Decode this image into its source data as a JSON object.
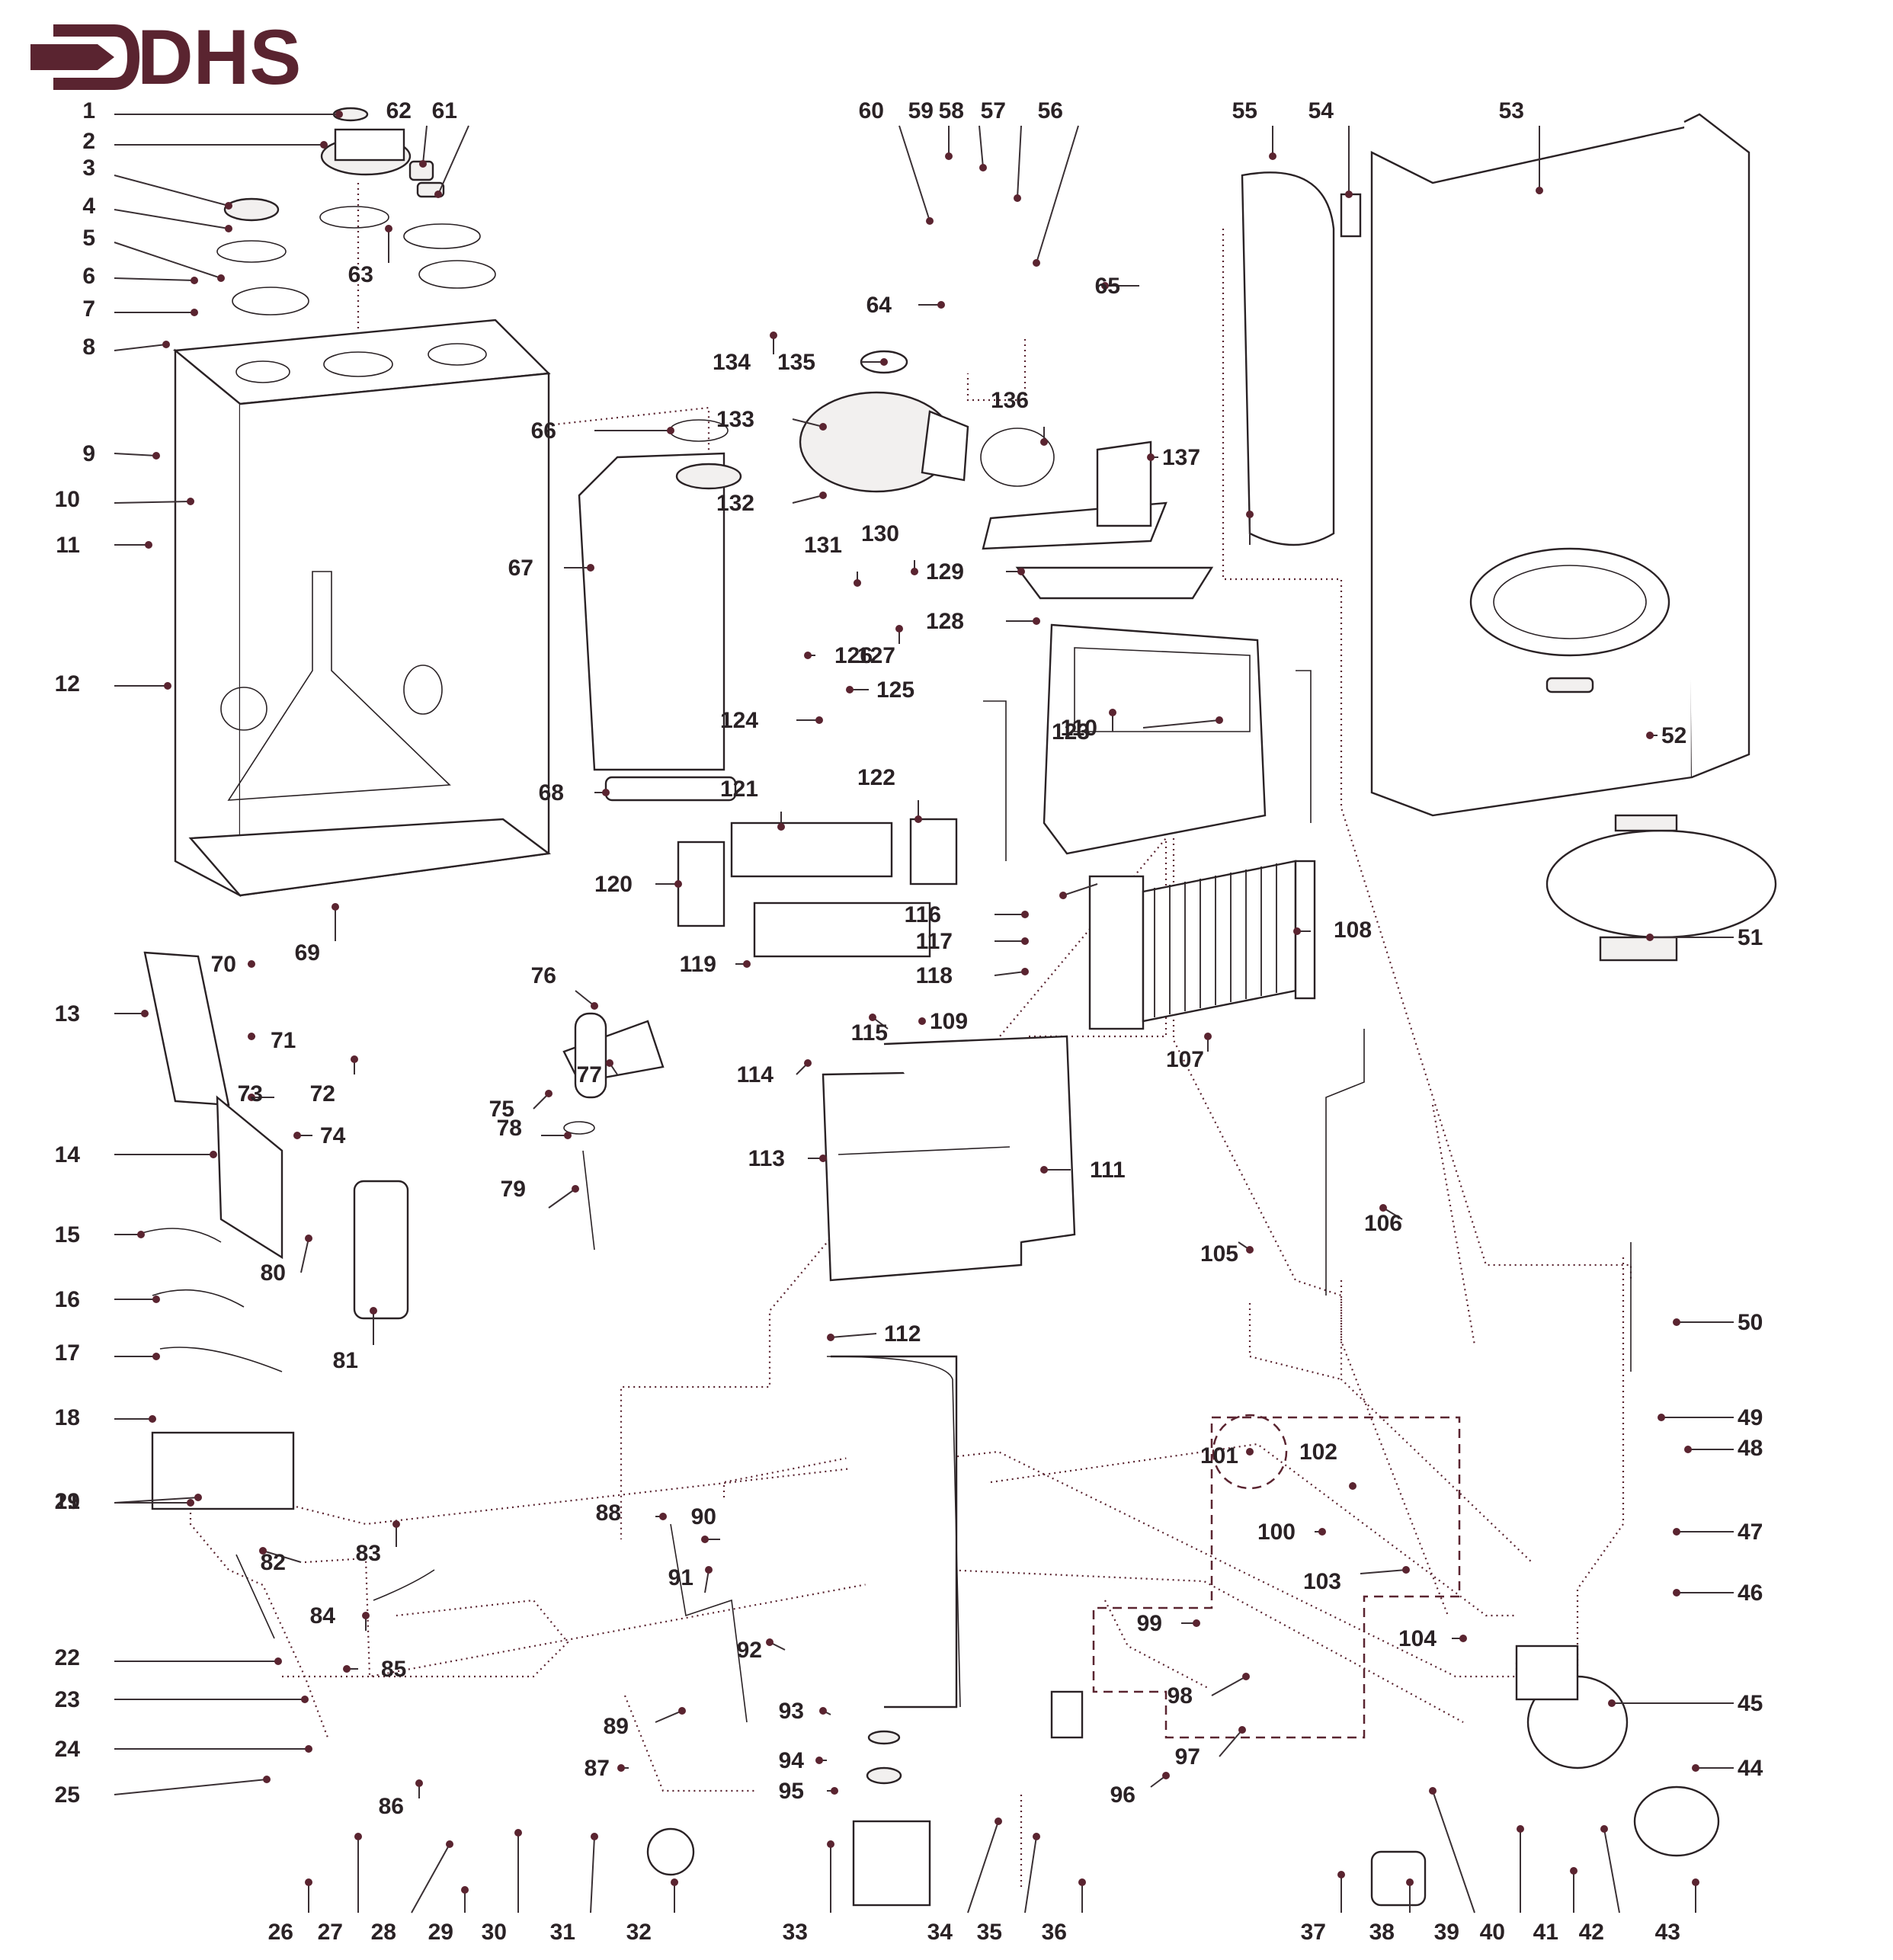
{
  "brand": {
    "name": "DHS",
    "color": "#5a2430"
  },
  "colors": {
    "ink": "#2a2225",
    "accent": "#5a2430",
    "background": "#ffffff"
  },
  "labels": [
    "1",
    "2",
    "3",
    "4",
    "5",
    "6",
    "7",
    "8",
    "9",
    "10",
    "11",
    "12",
    "13",
    "14",
    "15",
    "16",
    "17",
    "18",
    "19",
    "21",
    "22",
    "23",
    "24",
    "25",
    "26",
    "27",
    "28",
    "29",
    "30",
    "31",
    "32",
    "33",
    "34",
    "35",
    "36",
    "37",
    "38",
    "39",
    "40",
    "41",
    "42",
    "43",
    "44",
    "45",
    "46",
    "47",
    "48",
    "49",
    "50",
    "51",
    "52",
    "53",
    "54",
    "55",
    "56",
    "57",
    "58",
    "59",
    "60",
    "61",
    "62",
    "63",
    "64",
    "65",
    "66",
    "67",
    "68",
    "69",
    "70",
    "71",
    "72",
    "73",
    "74",
    "75",
    "76",
    "77",
    "78",
    "79",
    "80",
    "81",
    "82",
    "83",
    "84",
    "85",
    "86",
    "87",
    "88",
    "89",
    "90",
    "91",
    "92",
    "93",
    "94",
    "95",
    "96",
    "97",
    "98",
    "99",
    "100",
    "101",
    "102",
    "103",
    "104",
    "105",
    "106",
    "107",
    "108",
    "109",
    "110",
    "111",
    "112",
    "113",
    "114",
    "115",
    "116",
    "117",
    "118",
    "119",
    "120",
    "121",
    "122",
    "123",
    "124",
    "125",
    "126",
    "127",
    "128",
    "129",
    "130",
    "131",
    "132",
    "133",
    "134",
    "135",
    "136",
    "137"
  ]
}
